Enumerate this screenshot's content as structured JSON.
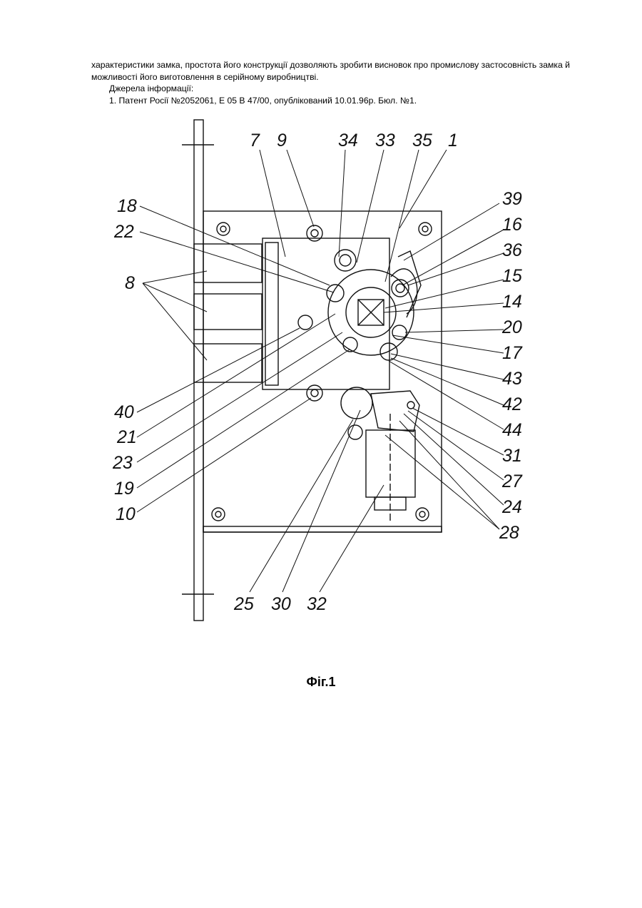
{
  "paragraph": "характеристики замка, простота його конструкції дозволяють зробити висновок про промислову застосовність замка й можливості його виготовлення в серійному виробництві.",
  "sources_heading": "Джерела інформації:",
  "source_1": "1. Патент Росії №2052061, Е 05 В 47/00, опублікований 10.01.96р. Бюл. №1.",
  "figure": {
    "caption": "Фіг.1",
    "labels": [
      "7",
      "9",
      "34",
      "33",
      "35",
      "1",
      "39",
      "16",
      "36",
      "15",
      "14",
      "20",
      "17",
      "43",
      "42",
      "44",
      "31",
      "27",
      "24",
      "28",
      "18",
      "22",
      "8",
      "40",
      "21",
      "23",
      "19",
      "10",
      "25",
      "30",
      "32"
    ]
  }
}
